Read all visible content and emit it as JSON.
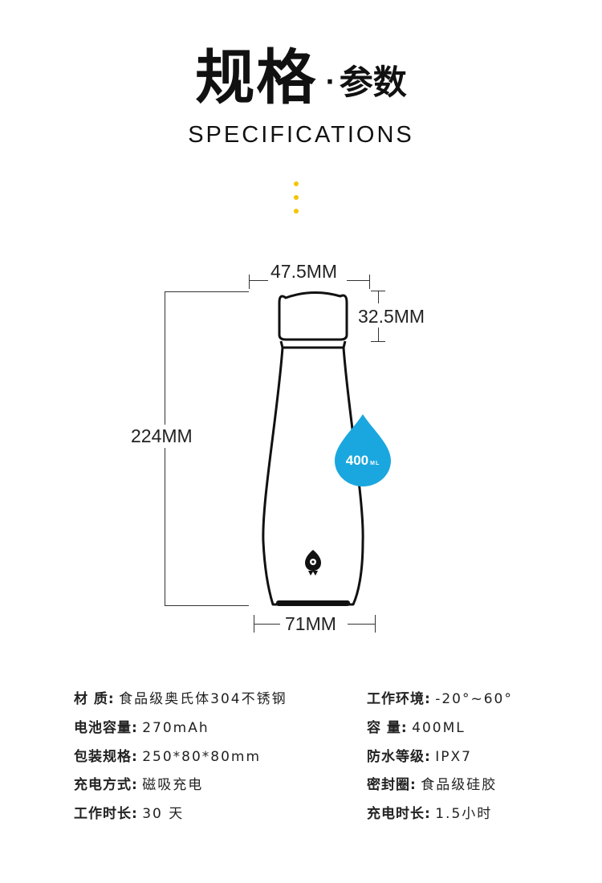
{
  "header": {
    "title_main": "规格",
    "title_dot": "·",
    "title_sub": "参数",
    "subtitle": "SPECIFICATIONS"
  },
  "diagram": {
    "width_top": "47.5MM",
    "cap_height": "32.5MM",
    "total_height": "224MM",
    "width_bottom": "71MM",
    "capacity_value": "400",
    "capacity_unit": "ML"
  },
  "colors": {
    "accent_yellow": "#f5c400",
    "drop_blue": "#1aa7df"
  },
  "specs_left": [
    {
      "label": "材  质:",
      "value": "食品级奥氏体304不锈钢"
    },
    {
      "label": "电池容量:",
      "value": "270mAh"
    },
    {
      "label": "包装规格:",
      "value": "250*80*80mm"
    },
    {
      "label": "充电方式:",
      "value": "磁吸充电"
    },
    {
      "label": "工作时长:",
      "value": "30 天"
    }
  ],
  "specs_right": [
    {
      "label": "工作环境:",
      "value": "-20°~60°"
    },
    {
      "label": "容  量:",
      "value": "400ML"
    },
    {
      "label": "防水等级:",
      "value": "IPX7"
    },
    {
      "label": "密封圈:",
      "value": "食品级硅胶"
    },
    {
      "label": "充电时长:",
      "value": "1.5小时"
    }
  ]
}
